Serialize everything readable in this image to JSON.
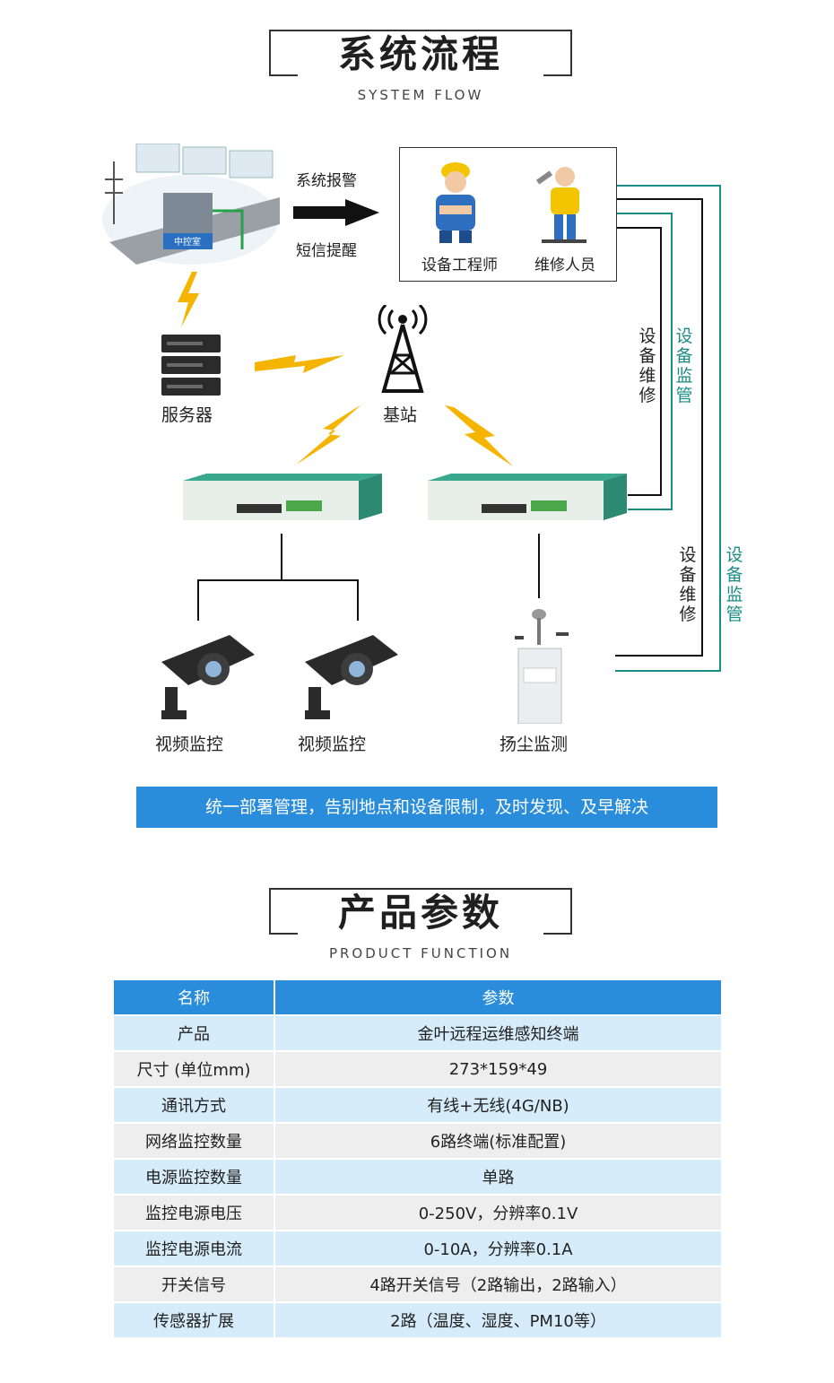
{
  "flow_section": {
    "title": "系统流程",
    "subtitle": "SYSTEM FLOW"
  },
  "control_room": {
    "label": "中控室"
  },
  "alert_arrow": {
    "top_label": "系统报警",
    "bottom_label": "短信提醒"
  },
  "personnel": {
    "engineer_label": "设备工程师",
    "repair_label": "维修人员"
  },
  "nodes": {
    "server_label": "服务器",
    "base_station_label": "基站",
    "camera1_label": "视频监控",
    "camera2_label": "视频监控",
    "dust_label": "扬尘监测"
  },
  "side_labels": {
    "maintain_upper": "设备维修",
    "supervise_upper": "设备监管",
    "maintain_lower": "设备维修",
    "supervise_lower": "设备监管"
  },
  "banner": {
    "text": "统一部署管理，告别地点和设备限制，及时发现、及早解决"
  },
  "params_section": {
    "title": "产品参数",
    "subtitle": "PRODUCT FUNCTION"
  },
  "params_table": {
    "headers": [
      "名称",
      "参数"
    ],
    "rows": [
      [
        "产品",
        "金叶远程运维感知终端"
      ],
      [
        "尺寸 (单位mm)",
        "273*159*49"
      ],
      [
        "通讯方式",
        "有线+无线(4G/NB)"
      ],
      [
        "网络监控数量",
        "6路终端(标准配置)"
      ],
      [
        "电源监控数量",
        "单路"
      ],
      [
        "监控电源电压",
        "0-250V，分辨率0.1V"
      ],
      [
        "监控电源电流",
        "0-10A，分辨率0.1A"
      ],
      [
        "开关信号",
        "4路开关信号（2路输出，2路输入）"
      ],
      [
        "传感器扩展",
        "2路（温度、湿度、PM10等）"
      ]
    ]
  },
  "colors": {
    "accent_blue": "#2a8ddb",
    "teal_line": "#1a8c86",
    "row_blue": "#d7ecfb",
    "row_gray": "#eeeeee"
  }
}
